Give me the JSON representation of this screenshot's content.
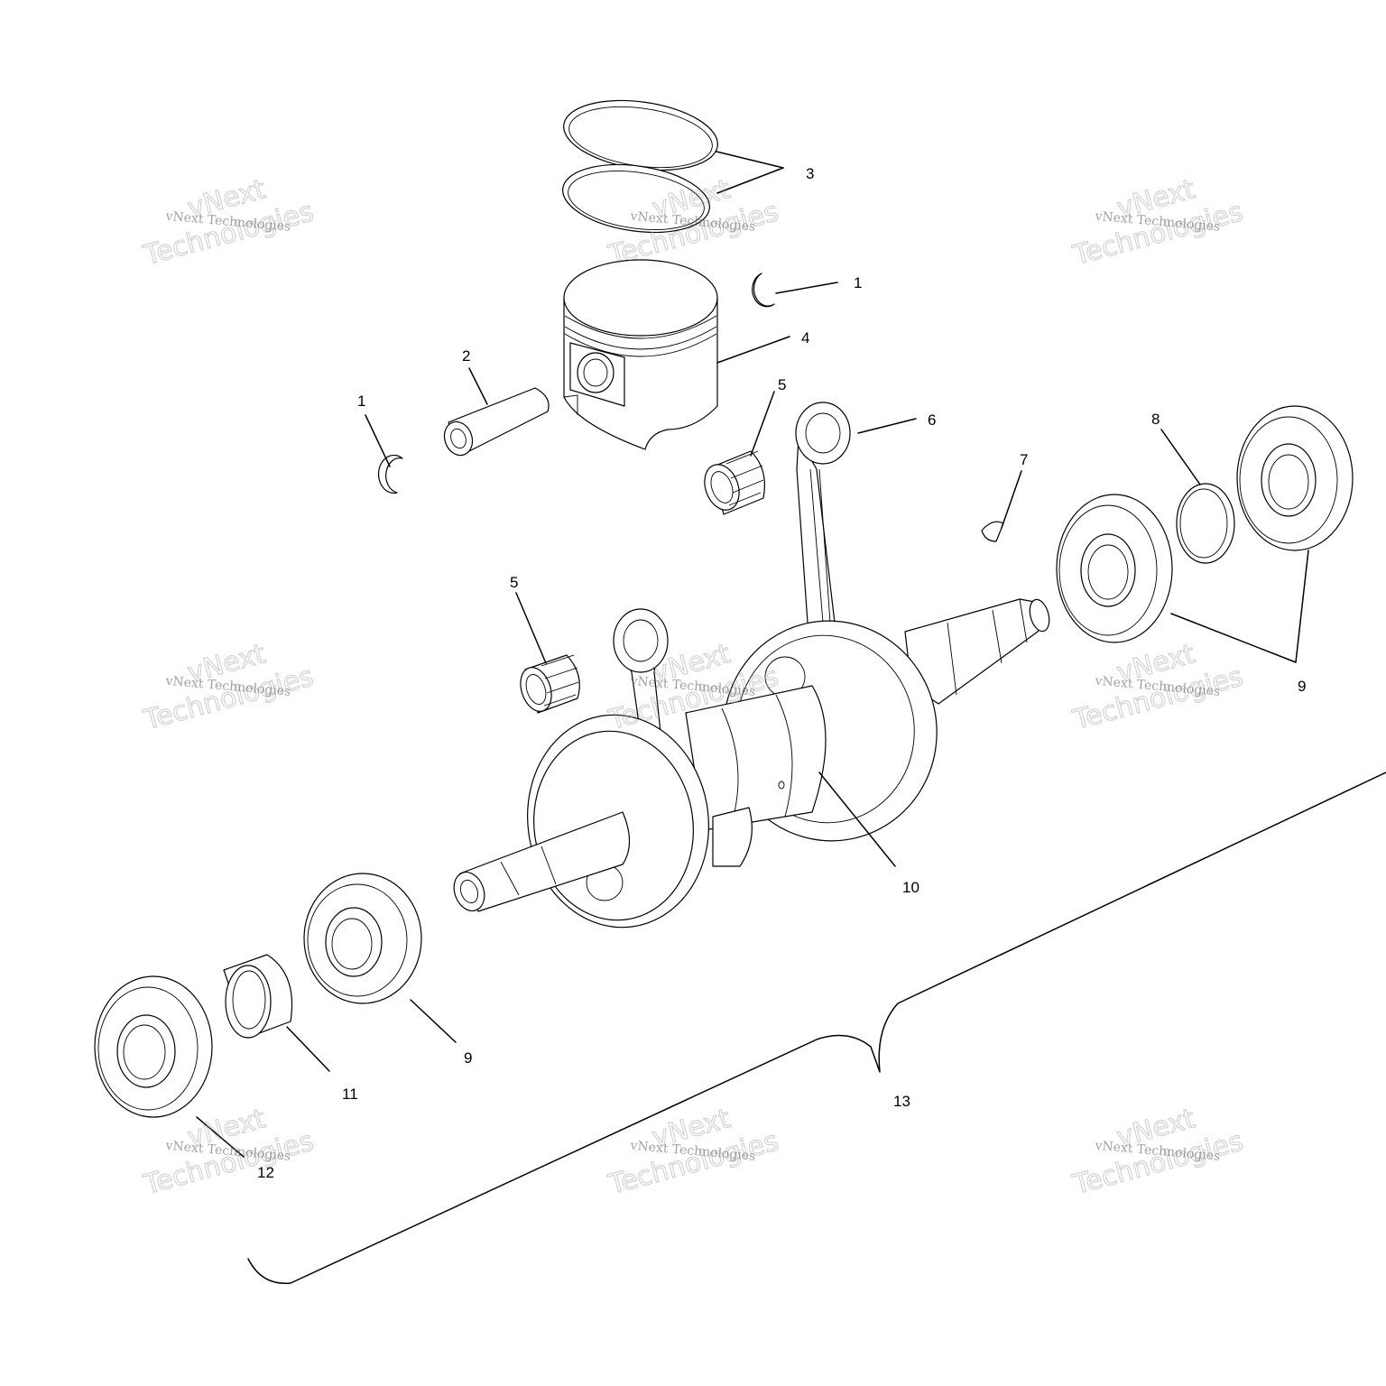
{
  "callouts": [
    {
      "id": "1a",
      "label": "1"
    },
    {
      "id": "1b",
      "label": "1"
    },
    {
      "id": "2",
      "label": "2"
    },
    {
      "id": "3",
      "label": "3"
    },
    {
      "id": "4",
      "label": "4"
    },
    {
      "id": "5a",
      "label": "5"
    },
    {
      "id": "5b",
      "label": "5"
    },
    {
      "id": "6",
      "label": "6"
    },
    {
      "id": "7",
      "label": "7"
    },
    {
      "id": "8",
      "label": "8"
    },
    {
      "id": "9a",
      "label": "9"
    },
    {
      "id": "9b",
      "label": "9"
    },
    {
      "id": "10",
      "label": "10"
    },
    {
      "id": "11",
      "label": "11"
    },
    {
      "id": "12",
      "label": "12"
    },
    {
      "id": "13",
      "label": "13"
    }
  ],
  "watermark": {
    "small_text": "vNext Technologies",
    "big_line1": "vNext",
    "big_line2": "Technologies"
  }
}
